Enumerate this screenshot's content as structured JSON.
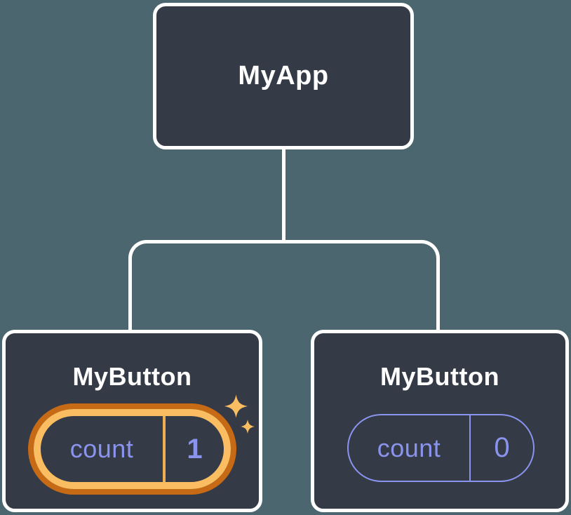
{
  "diagram_title": "component-state-tree",
  "nodes": {
    "root": {
      "label": "MyApp"
    },
    "left": {
      "label": "MyButton",
      "state_key": "count",
      "state_value": "1",
      "highlighted": true
    },
    "right": {
      "label": "MyButton",
      "state_key": "count",
      "state_value": "0",
      "highlighted": false
    }
  },
  "icons": {
    "sparkle_large": "sparkle-icon",
    "sparkle_small": "sparkle-icon"
  },
  "colors": {
    "background": "#4C6670",
    "card": "#343A46",
    "connector": "#FFFFFF",
    "title_text": "#FFFFFF",
    "state_text": "#8A94EE",
    "highlight_ring_inner": "#FABD62",
    "highlight_ring_outer": "#C76A15",
    "highlight_divider": "#F0AE52",
    "sparkle": "#FABD62"
  }
}
